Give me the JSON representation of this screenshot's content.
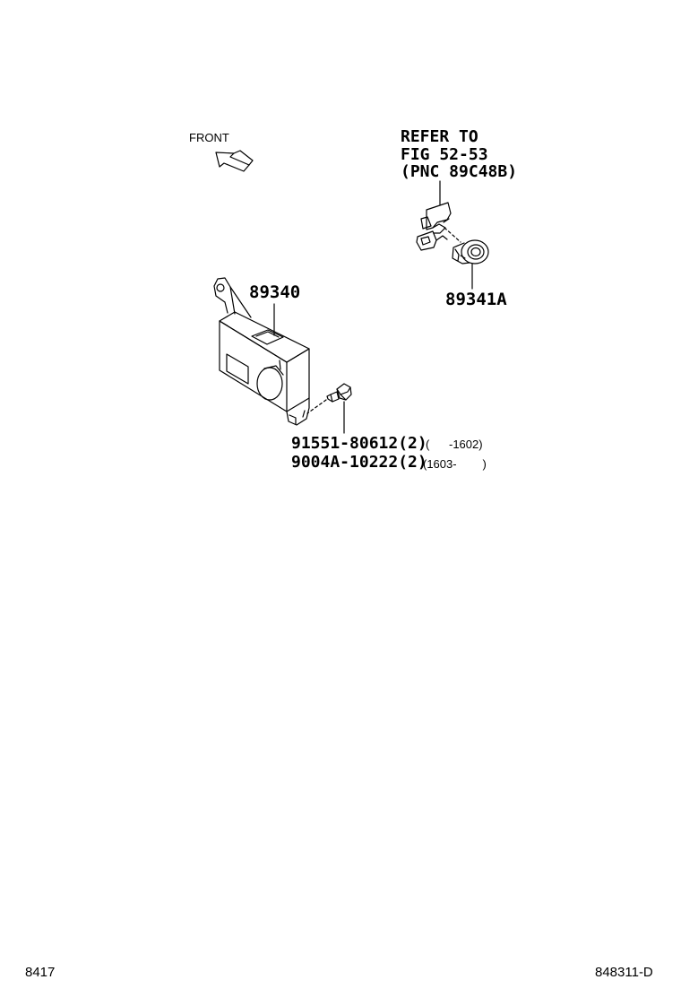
{
  "diagram": {
    "front_label": "FRONT",
    "refer": {
      "line1": "REFER TO",
      "line2": "FIG 52-53",
      "line3": "(PNC 89C48B)"
    },
    "part_main": "89340",
    "part_sensor": "89341A",
    "bolt_1": {
      "number": "91551-80612(2)",
      "range": "(      -1602)"
    },
    "bolt_2": {
      "number": "9004A-10222(2)",
      "range": "(1603-        )"
    }
  },
  "footer": {
    "left": "8417",
    "right": "848311-D"
  }
}
